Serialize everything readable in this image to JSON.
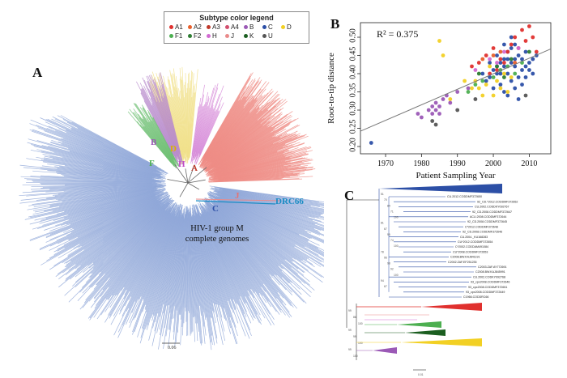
{
  "panels": {
    "a": "A",
    "b": "B",
    "c": "C"
  },
  "legend": {
    "title": "Subtype color legend",
    "items": [
      {
        "label": "A1",
        "color": "#e0302e"
      },
      {
        "label": "A2",
        "color": "#e8602c"
      },
      {
        "label": "A3",
        "color": "#c0392b"
      },
      {
        "label": "A4",
        "color": "#d24f6e"
      },
      {
        "label": "B",
        "color": "#9b59b6"
      },
      {
        "label": "C",
        "color": "#2c4fa6"
      },
      {
        "label": "D",
        "color": "#f2d024"
      },
      {
        "label": "F1",
        "color": "#4caf50"
      },
      {
        "label": "F2",
        "color": "#2e7d32"
      },
      {
        "label": "H",
        "color": "#d26ad2"
      },
      {
        "label": "J",
        "color": "#e98a8a"
      },
      {
        "label": "K",
        "color": "#1b5e20"
      },
      {
        "label": "U",
        "color": "#555555"
      }
    ]
  },
  "tree_a": {
    "clade_labels": {
      "B": "B",
      "D": "D",
      "F": "F",
      "H": "H",
      "A": "A",
      "J": "J",
      "C": "C",
      "DRC66": "DRC66"
    },
    "genome_label_line1": "HIV-1 group M",
    "genome_label_line2": "complete genomes",
    "scale": "0.06",
    "colors": {
      "C": "#8fa7d8",
      "A": "#ee8d86",
      "D": "#f1e08a",
      "B": "#b98ccc",
      "F": "#6fbf73",
      "H": "#d68ad8"
    }
  },
  "chart_data": {
    "type": "scatter",
    "title": "",
    "xlabel": "Patient Sampling Year",
    "ylabel": "Root-to-tip distance",
    "xlim": [
      1963,
      2016
    ],
    "ylim": [
      0.18,
      0.54
    ],
    "xticks": [
      1970,
      1980,
      1990,
      2000,
      2010
    ],
    "yticks": [
      0.2,
      0.25,
      0.3,
      0.35,
      0.4,
      0.45,
      0.5
    ],
    "annotation": "R² = 0.375",
    "regression": {
      "x": [
        1963,
        2016
      ],
      "y": [
        0.242,
        0.468
      ]
    },
    "grid": false,
    "series": [
      {
        "color": "#2c4fa6",
        "points": [
          [
            1966,
            0.21
          ],
          [
            1999,
            0.39
          ],
          [
            2000,
            0.41
          ],
          [
            2001,
            0.42
          ],
          [
            2002,
            0.43
          ],
          [
            2003,
            0.44
          ],
          [
            2004,
            0.4
          ],
          [
            2005,
            0.38
          ],
          [
            2006,
            0.42
          ],
          [
            2007,
            0.45
          ],
          [
            2008,
            0.41
          ],
          [
            2009,
            0.39
          ],
          [
            2010,
            0.43
          ],
          [
            2011,
            0.44
          ],
          [
            2004,
            0.46
          ],
          [
            2005,
            0.47
          ],
          [
            2006,
            0.36
          ],
          [
            2003,
            0.35
          ],
          [
            2002,
            0.37
          ],
          [
            2007,
            0.39
          ],
          [
            2008,
            0.44
          ],
          [
            2009,
            0.46
          ],
          [
            2001,
            0.4
          ],
          [
            2000,
            0.36
          ],
          [
            1998,
            0.38
          ],
          [
            1997,
            0.4
          ],
          [
            2010,
            0.41
          ],
          [
            2012,
            0.45
          ],
          [
            2005,
            0.5
          ],
          [
            2006,
            0.48
          ],
          [
            2003,
            0.48
          ],
          [
            2004,
            0.34
          ],
          [
            2007,
            0.33
          ],
          [
            2001,
            0.45
          ],
          [
            1999,
            0.43
          ],
          [
            2008,
            0.37
          ],
          [
            2002,
            0.4
          ],
          [
            2006,
            0.44
          ],
          [
            2009,
            0.42
          ],
          [
            2011,
            0.4
          ],
          [
            2003,
            0.42
          ],
          [
            2005,
            0.43
          ],
          [
            2004,
            0.44
          ]
        ]
      },
      {
        "color": "#f2d024",
        "points": [
          [
            1985,
            0.49
          ],
          [
            1986,
            0.45
          ],
          [
            1992,
            0.38
          ],
          [
            1995,
            0.38
          ],
          [
            1996,
            0.36
          ],
          [
            1998,
            0.37
          ],
          [
            2000,
            0.34
          ],
          [
            2001,
            0.38
          ],
          [
            2002,
            0.36
          ],
          [
            2003,
            0.4
          ],
          [
            2004,
            0.35
          ],
          [
            1997,
            0.34
          ],
          [
            1999,
            0.42
          ],
          [
            2005,
            0.39
          ],
          [
            1994,
            0.36
          ],
          [
            1988,
            0.33
          ]
        ]
      },
      {
        "color": "#e0302e",
        "points": [
          [
            1994,
            0.42
          ],
          [
            1996,
            0.43
          ],
          [
            1998,
            0.45
          ],
          [
            2000,
            0.47
          ],
          [
            2002,
            0.44
          ],
          [
            2004,
            0.46
          ],
          [
            2006,
            0.5
          ],
          [
            2008,
            0.52
          ],
          [
            2010,
            0.53
          ],
          [
            1999,
            0.4
          ],
          [
            2001,
            0.41
          ],
          [
            2003,
            0.43
          ],
          [
            2005,
            0.48
          ],
          [
            2007,
            0.47
          ],
          [
            2009,
            0.49
          ],
          [
            2012,
            0.46
          ],
          [
            2011,
            0.5
          ]
        ]
      },
      {
        "color": "#9b59b6",
        "points": [
          [
            1979,
            0.29
          ],
          [
            1980,
            0.28
          ],
          [
            1982,
            0.3
          ],
          [
            1983,
            0.31
          ],
          [
            1984,
            0.32
          ],
          [
            1985,
            0.31
          ],
          [
            1986,
            0.33
          ],
          [
            1983,
            0.29
          ],
          [
            1985,
            0.29
          ],
          [
            1987,
            0.34
          ],
          [
            1990,
            0.35
          ],
          [
            1993,
            0.36
          ],
          [
            1988,
            0.32
          ],
          [
            1984,
            0.3
          ]
        ]
      },
      {
        "color": "#4caf50",
        "points": [
          [
            1993,
            0.35
          ],
          [
            1995,
            0.37
          ],
          [
            1997,
            0.38
          ],
          [
            2000,
            0.39
          ],
          [
            2002,
            0.41
          ],
          [
            2006,
            0.4
          ],
          [
            2008,
            0.43
          ],
          [
            2004,
            0.42
          ]
        ]
      },
      {
        "color": "#2e7d32",
        "points": [
          [
            1996,
            0.4
          ],
          [
            2001,
            0.42
          ],
          [
            2005,
            0.44
          ],
          [
            2010,
            0.46
          ],
          [
            2003,
            0.39
          ]
        ]
      },
      {
        "color": "#d26ad2",
        "points": [
          [
            1995,
            0.41
          ],
          [
            1999,
            0.44
          ],
          [
            2003,
            0.46
          ],
          [
            2007,
            0.47
          ],
          [
            2001,
            0.43
          ]
        ]
      },
      {
        "color": "#e8602c",
        "points": [
          [
            1997,
            0.44
          ],
          [
            2002,
            0.46
          ],
          [
            2006,
            0.43
          ],
          [
            2000,
            0.45
          ]
        ]
      },
      {
        "color": "#555555",
        "points": [
          [
            1984,
            0.26
          ],
          [
            1983,
            0.27
          ],
          [
            1990,
            0.3
          ],
          [
            2009,
            0.34
          ],
          [
            1995,
            0.33
          ]
        ]
      }
    ]
  },
  "tree_c": {
    "tips": [
      "CU.2012.CODDMF372650",
      "92_CD.*2012.CODDMF372652",
      "CU.2002.CODDKY092767",
      "92_CD.2008.CODDMF372647",
      "ACU.2008.CODDMF372644",
      "92_CD.2008.CODDMF372645",
      "C*2012.CODDMF372648",
      "92_CD.2008.CODDMF372646",
      "CU.2004._KU168283",
      "CU*2012.CODDMF372654",
      "C*2002.CODDAM491084",
      "CU*2008.CODDMF372653",
      "C2008.BW.KAJ841191",
      "C2002.ZAF.EF251235",
      "C2003.ZAF.AY772691",
      "C2008.BW.KAJ845991",
      "CU.2002.CODKY092768",
      "93_cpx2008.CODDMF372646",
      "93_cpx2008.CODDMF372651",
      "93_cpx2008.CODDMF372649",
      "C1966.CODDRC66"
    ],
    "bootstraps": [
      "51",
      "70",
      "84",
      "71",
      "100",
      "81",
      "67",
      "95",
      "74",
      "100",
      "78",
      "96",
      "98",
      "92",
      "100",
      "94",
      "67",
      "99",
      "86",
      "100",
      "99",
      "99",
      "100",
      "99",
      "100"
    ],
    "scale": "0.01",
    "colors": {
      "C": "#2c4fa6",
      "A": "#e0302e",
      "D": "#f2d024",
      "F": "#4caf50",
      "K": "#1b5e20",
      "B": "#9b59b6",
      "J": "#e98a8a",
      "H": "#d26ad2"
    }
  }
}
